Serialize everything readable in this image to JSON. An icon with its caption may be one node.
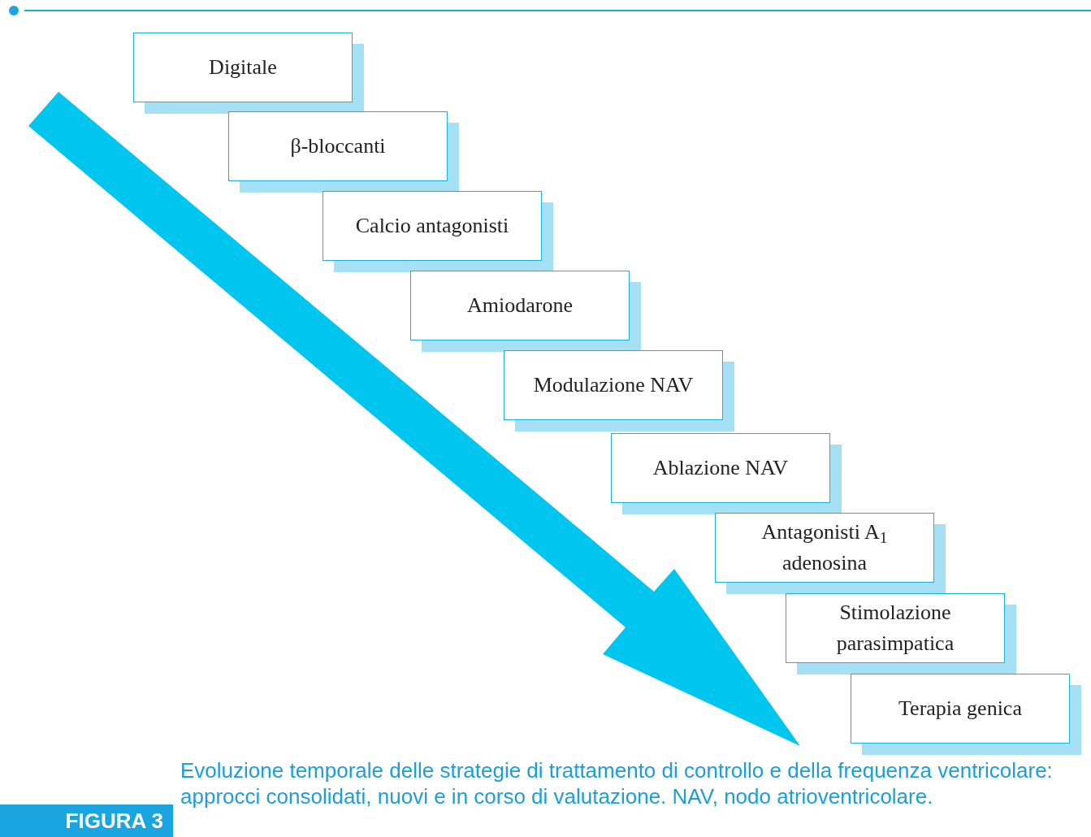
{
  "diagram": {
    "caption": "Evoluzione temporale delle strategie di trattamento di controllo e della frequenza ventricolare: approcci consolidati, nuovi e in corso di valutazione. NAV, nodo atrioventricolare.",
    "nodes": [
      {
        "text": [
          "Digitale"
        ]
      },
      {
        "text": [
          "β-bloccanti"
        ]
      },
      {
        "text": [
          "Calcio antagonisti"
        ]
      },
      {
        "text": [
          "Amiodarone"
        ]
      },
      {
        "text": [
          "Modulazione NAV"
        ]
      },
      {
        "text": [
          "Ablazione NAV"
        ]
      },
      {
        "text": [
          "Antagonisti A$_{1}$ adenosina"
        ]
      },
      {
        "text": [
          "Stimolazione parasimpatica"
        ]
      },
      {
        "text": [
          "Terapia genica"
        ]
      }
    ],
    "labels": [
      "FIGURA 3"
    ]
  }
}
